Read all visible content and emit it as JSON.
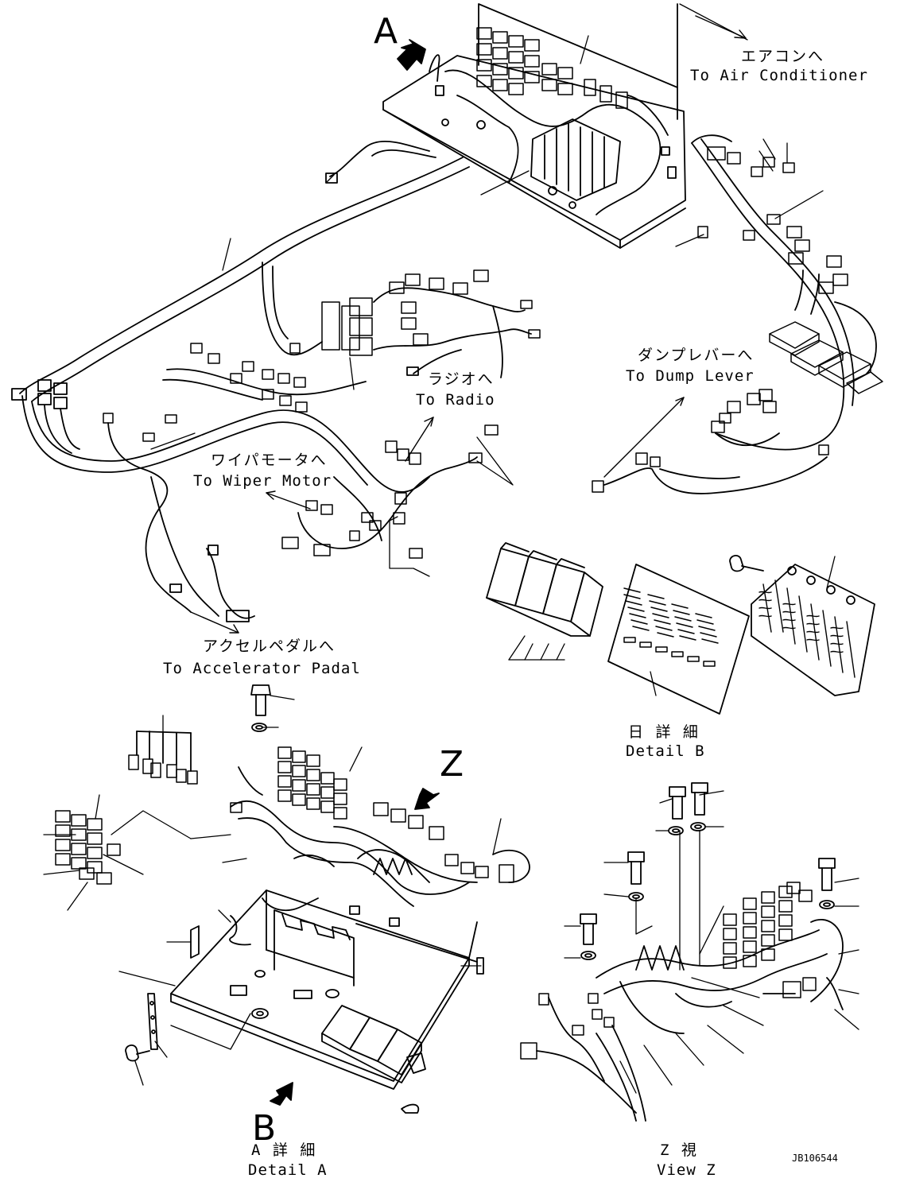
{
  "callouts": {
    "view_a_marker": "A",
    "view_b_marker": "B",
    "view_z_marker": "Z"
  },
  "destinations": {
    "air_conditioner_jp": "エアコンへ",
    "air_conditioner_en": "To Air Conditioner",
    "dump_lever_jp": "ダンプレバーへ",
    "dump_lever_en": "To Dump Lever",
    "radio_jp": "ラジオへ",
    "radio_en": "To Radio",
    "wiper_motor_jp": "ワイパモータへ",
    "wiper_motor_en": "To Wiper Motor",
    "accelerator_jp": "アクセルペダルへ",
    "accelerator_en": "To Accelerator Padal"
  },
  "details": {
    "detail_b_jp": "日 詳 細",
    "detail_b_en": "Detail B",
    "detail_a_jp": "A 詳 細",
    "detail_a_en": "Detail A",
    "view_z_jp": "Z 視",
    "view_z_en": "View Z"
  },
  "drawing_number": "JB106544"
}
